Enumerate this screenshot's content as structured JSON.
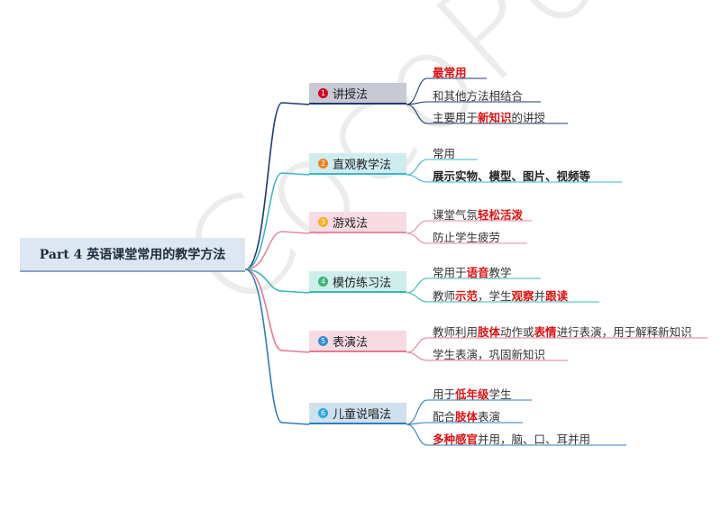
{
  "watermark": "CocoPolaris",
  "root": {
    "title": "Part 4 英语课堂常用的教学方法"
  },
  "branches": [
    {
      "num": "1",
      "label": "讲授法",
      "color": "#1f3a6e",
      "bg": "#c7c9d4",
      "num_color": "#d0021b",
      "leaves": [
        {
          "parts": [
            {
              "text": "最常用",
              "hl": true
            }
          ]
        },
        {
          "parts": [
            {
              "text": "和其他方法相结合",
              "hl": false
            }
          ]
        },
        {
          "parts": [
            {
              "text": "主要用于",
              "hl": false
            },
            {
              "text": "新知识",
              "hl": true
            },
            {
              "text": "的讲授",
              "hl": false
            }
          ]
        }
      ]
    },
    {
      "num": "2",
      "label": "直观教学法",
      "color": "#3ab8c8",
      "bg": "#cfecef",
      "num_color": "#f08020",
      "leaves": [
        {
          "parts": [
            {
              "text": "常用",
              "hl": false
            }
          ]
        },
        {
          "parts": [
            {
              "text": "展示实物、模型、图片、视频等",
              "hl": false
            }
          ]
        }
      ]
    },
    {
      "num": "3",
      "label": "游戏法",
      "color": "#e48aa0",
      "bg": "#f7dbe2",
      "num_color": "#f2b01e",
      "leaves": [
        {
          "parts": [
            {
              "text": "课堂气氛",
              "hl": false
            },
            {
              "text": "轻松活泼",
              "hl": true
            }
          ]
        },
        {
          "parts": [
            {
              "text": "防止学生疲劳",
              "hl": false
            }
          ]
        }
      ]
    },
    {
      "num": "4",
      "label": "模仿练习法",
      "color": "#3ab8b0",
      "bg": "#cdeeea",
      "num_color": "#3cb371",
      "leaves": [
        {
          "parts": [
            {
              "text": "常用于",
              "hl": false
            },
            {
              "text": "语音",
              "hl": true
            },
            {
              "text": "教学",
              "hl": false
            }
          ]
        },
        {
          "parts": [
            {
              "text": "教师",
              "hl": false
            },
            {
              "text": "示范",
              "hl": true
            },
            {
              "text": "，学生",
              "hl": false
            },
            {
              "text": "观察",
              "hl": true
            },
            {
              "text": "并",
              "hl": false
            },
            {
              "text": "跟读",
              "hl": true
            }
          ]
        }
      ]
    },
    {
      "num": "5",
      "label": "表演法",
      "color": "#e07a90",
      "bg": "#f7dbe2",
      "num_color": "#2f8fd6",
      "leaves": [
        {
          "parts": [
            {
              "text": "教师利用",
              "hl": false
            },
            {
              "text": "肢体",
              "hl": true
            },
            {
              "text": "动作或",
              "hl": false
            },
            {
              "text": "表情",
              "hl": true
            },
            {
              "text": "进行表演，用于解释新知识",
              "hl": false
            }
          ]
        },
        {
          "parts": [
            {
              "text": "学生表演，巩固新知识",
              "hl": false
            }
          ]
        }
      ]
    },
    {
      "num": "6",
      "label": "儿童说唱法",
      "color": "#2a7fb8",
      "bg": "#cfe0ee",
      "num_color": "#29a8e0",
      "leaves": [
        {
          "parts": [
            {
              "text": "用于",
              "hl": false
            },
            {
              "text": "低年级",
              "hl": true
            },
            {
              "text": "学生",
              "hl": false
            }
          ]
        },
        {
          "parts": [
            {
              "text": "配合",
              "hl": false
            },
            {
              "text": "肢体",
              "hl": true
            },
            {
              "text": "表演",
              "hl": false
            }
          ]
        },
        {
          "parts": [
            {
              "text": "多种感官",
              "hl": true
            },
            {
              "text": "并用，脑、口、耳并用",
              "hl": false
            }
          ]
        }
      ]
    }
  ]
}
